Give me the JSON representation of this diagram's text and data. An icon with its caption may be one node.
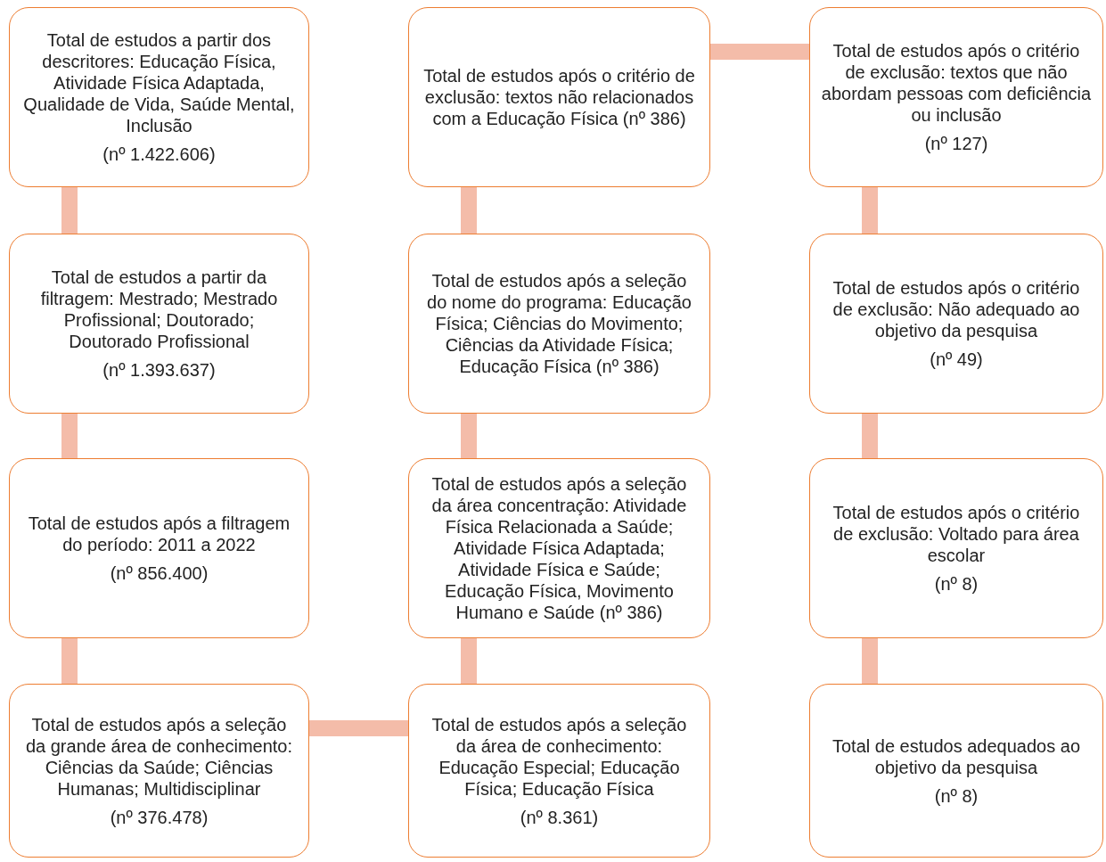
{
  "diagram": {
    "nodes": [
      {
        "text": [
          "Total de estudos a partir dos descritores: Educação Física, Atividade Física Adaptada, Qualidade de Vida, Saúde Mental, Inclusão",
          "(nº 1.422.606)"
        ]
      },
      {
        "text": [
          "Total de estudos a partir da filtragem: Mestrado; Mestrado Profissional; Doutorado; Doutorado Profissional",
          "(nº 1.393.637)"
        ]
      },
      {
        "text": [
          "Total de estudos após a filtragem do período: 2011 a 2022",
          "(nº 856.400)"
        ]
      },
      {
        "text": [
          "Total de estudos após a seleção da grande área de conhecimento: Ciências da Saúde; Ciências Humanas; Multidisciplinar",
          "(nº 376.478)"
        ]
      },
      {
        "text": [
          "Total de estudos após a seleção da área de conhecimento: Educação Especial; Educação Física; Educação Física",
          "(nº 8.361)"
        ]
      },
      {
        "text": [
          "Total de estudos após a seleção da área concentração: Atividade Física Relacionada a Saúde; Atividade Física Adaptada; Atividade Física e Saúde; Educação Física, Movimento Humano e Saúde (nº 386)"
        ]
      },
      {
        "text": [
          "Total de estudos após a seleção do nome do programa: Educação Física; Ciências do Movimento; Ciências da Atividade Física; Educação Física (nº 386)"
        ]
      },
      {
        "text": [
          "Total de estudos após o critério de exclusão: textos não relacionados com a Educação Física (nº 386)"
        ]
      },
      {
        "text": [
          "Total de estudos após o critério de exclusão: textos que não abordam pessoas com deficiência ou inclusão",
          "(nº 127)"
        ]
      },
      {
        "text": [
          "Total de estudos após o critério de exclusão: Não adequado ao objetivo da pesquisa",
          "(nº 49)"
        ]
      },
      {
        "text": [
          "Total de estudos após o critério de exclusão: Voltado para área escolar",
          "(nº 8)"
        ]
      },
      {
        "text": [
          "Total de estudos adequados ao objetivo da pesquisa",
          "(nº 8)"
        ]
      }
    ],
    "edges": [
      {
        "from": 0,
        "to": 1,
        "arrow": "none"
      },
      {
        "from": 1,
        "to": 2,
        "arrow": "none"
      },
      {
        "from": 2,
        "to": 3,
        "arrow": "none"
      },
      {
        "from": 3,
        "to": 4,
        "arrow": "none"
      },
      {
        "from": 4,
        "to": 5,
        "arrow": "none"
      },
      {
        "from": 5,
        "to": 6,
        "arrow": "none"
      },
      {
        "from": 6,
        "to": 7,
        "arrow": "none"
      },
      {
        "from": 7,
        "to": 8,
        "arrow": "none"
      },
      {
        "from": 8,
        "to": 9,
        "arrow": "none"
      },
      {
        "from": 9,
        "to": 10,
        "arrow": "none"
      },
      {
        "from": 10,
        "to": 11,
        "arrow": "none"
      }
    ]
  }
}
